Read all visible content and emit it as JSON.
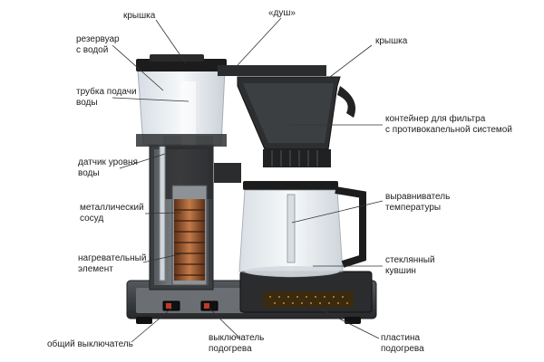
{
  "labels": {
    "lid_left": "крышка",
    "reservoir": "резервуар\nс водой",
    "shower": "«душ»",
    "lid_right": "крышка",
    "water_tube": "трубка подачи\nводы",
    "filter_container": "контейнер для фильтра\nс противокапельной системой",
    "level_sensor": "датчик уровня\nводы",
    "temp_equalizer": "выравниватель\nтемпературы",
    "metal_vessel": "металлический\nсосуд",
    "glass_jug": "стеклянный\nкувшин",
    "heating_element": "нагревательный\nэлемент",
    "main_switch": "общий выключатель",
    "warmer_switch": "выключатель\nподогрева",
    "warming_plate": "пластина\nподогрева"
  },
  "colors": {
    "line": "#333333",
    "body": "#3a3d40",
    "copper": "#9a5a32",
    "glass": "#dfe6ec",
    "black": "#1c1c1c"
  }
}
